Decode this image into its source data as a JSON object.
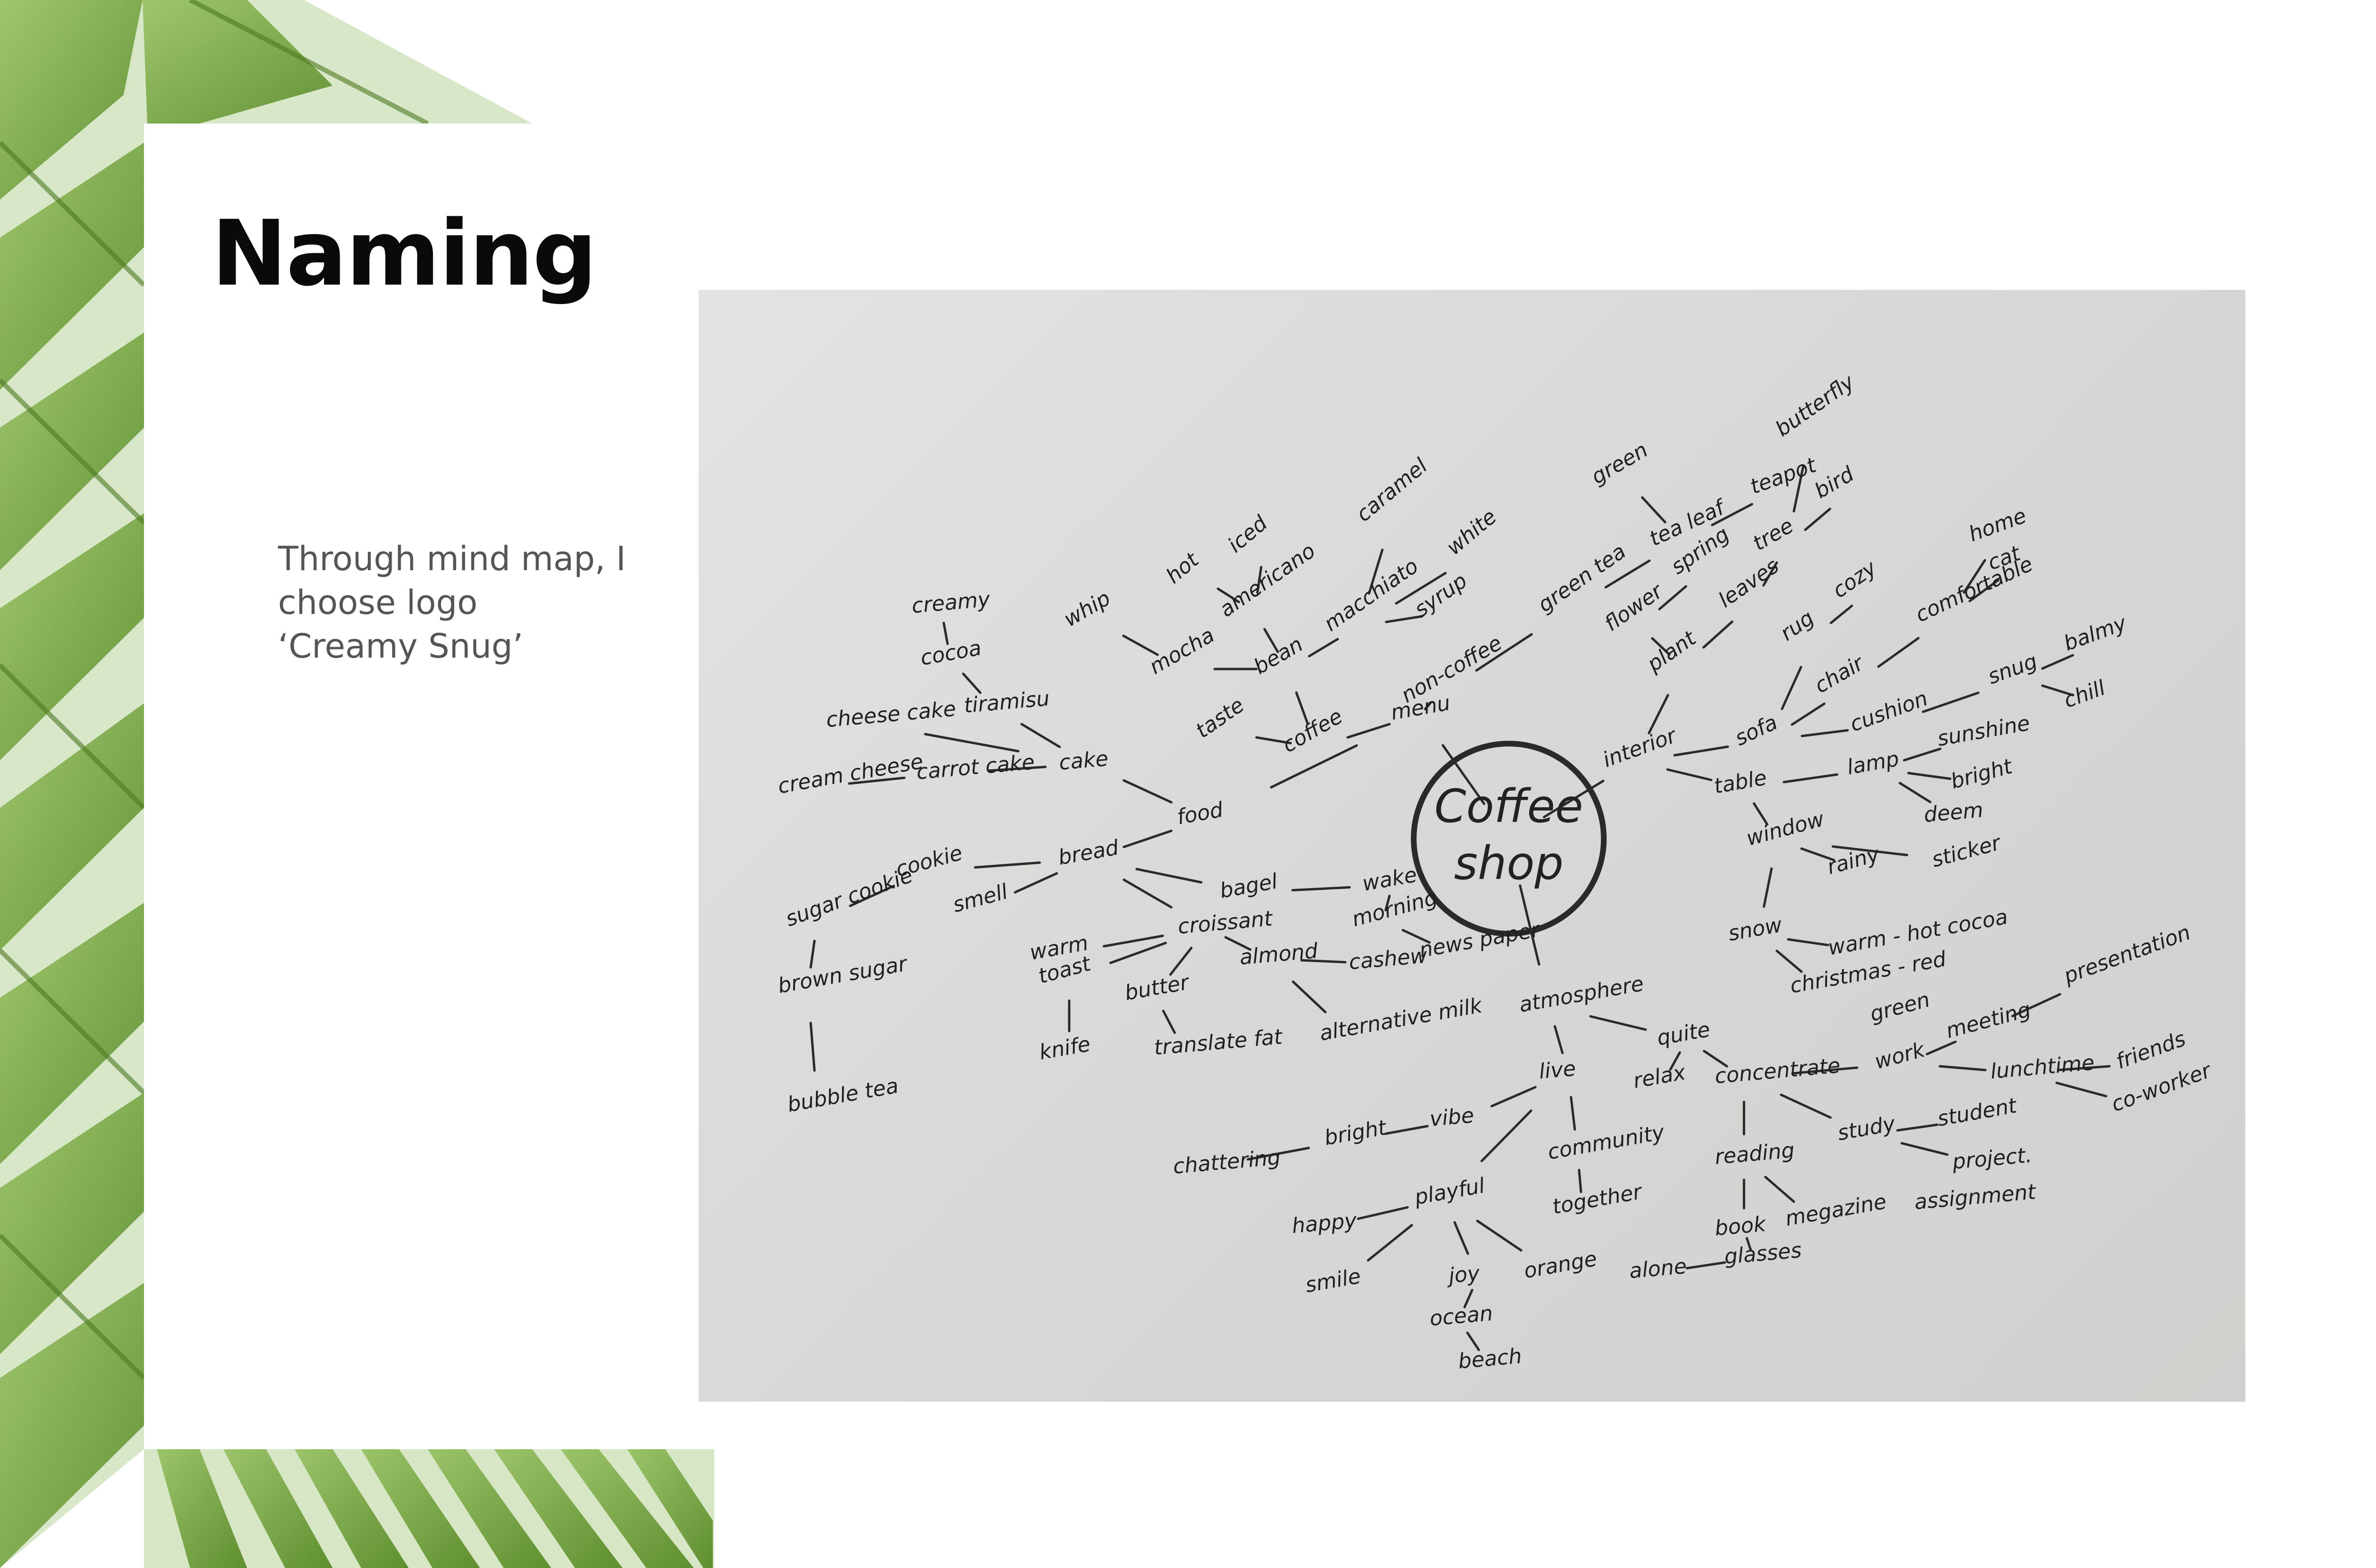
{
  "slide": {
    "title": "Naming",
    "caption_lines": [
      "Through mind map, I",
      "choose logo",
      "‘Creamy Snug’"
    ]
  },
  "colors": {
    "leaf_green": "#6f9e3a",
    "leaf_light": "#a9c97a",
    "paper": "#dcdddb",
    "ink": "#1f1f1f"
  },
  "mind_map": {
    "center_lines": [
      "Coffee",
      "shop"
    ],
    "nodes": [
      {
        "id": "menu",
        "text": "menu"
      },
      {
        "id": "food",
        "text": "food"
      },
      {
        "id": "cake",
        "text": "cake"
      },
      {
        "id": "tiramisu",
        "text": "tiramisu"
      },
      {
        "id": "cocoa",
        "text": "cocoa"
      },
      {
        "id": "creamy",
        "text": "creamy"
      },
      {
        "id": "cheesecake",
        "text": "cheese cake"
      },
      {
        "id": "carrotcake",
        "text": "carrot cake"
      },
      {
        "id": "creamcheese",
        "text": "cream cheese"
      },
      {
        "id": "bread",
        "text": "bread"
      },
      {
        "id": "cookie",
        "text": "cookie"
      },
      {
        "id": "sugarcookie",
        "text": "sugar cookie"
      },
      {
        "id": "brownsugar",
        "text": "brown sugar"
      },
      {
        "id": "bubbletea",
        "text": "bubble tea"
      },
      {
        "id": "smell",
        "text": "smell"
      },
      {
        "id": "croissant",
        "text": "croissant"
      },
      {
        "id": "warm",
        "text": "warm"
      },
      {
        "id": "toast",
        "text": "toast"
      },
      {
        "id": "butter",
        "text": "butter"
      },
      {
        "id": "knife",
        "text": "knife"
      },
      {
        "id": "translatefat",
        "text": "translate fat"
      },
      {
        "id": "bagel",
        "text": "bagel"
      },
      {
        "id": "wake",
        "text": "wake"
      },
      {
        "id": "morning",
        "text": "morning"
      },
      {
        "id": "newspaper",
        "text": "news paper"
      },
      {
        "id": "almond",
        "text": "almond"
      },
      {
        "id": "cashew",
        "text": "cashew"
      },
      {
        "id": "altmilk",
        "text": "alternative milk"
      },
      {
        "id": "coffee",
        "text": "coffee"
      },
      {
        "id": "taste",
        "text": "taste"
      },
      {
        "id": "bean",
        "text": "bean"
      },
      {
        "id": "mocha",
        "text": "mocha"
      },
      {
        "id": "whip",
        "text": "whip"
      },
      {
        "id": "americano",
        "text": "americano"
      },
      {
        "id": "hot",
        "text": "hot"
      },
      {
        "id": "iced",
        "text": "iced"
      },
      {
        "id": "macchiato",
        "text": "macchiato"
      },
      {
        "id": "caramel",
        "text": "caramel"
      },
      {
        "id": "white",
        "text": "white"
      },
      {
        "id": "syrup",
        "text": "syrup"
      },
      {
        "id": "noncoffee",
        "text": "non-coffee"
      },
      {
        "id": "greentea",
        "text": "green tea"
      },
      {
        "id": "tealeaf",
        "text": "tea leaf"
      },
      {
        "id": "teapot",
        "text": "teapot"
      },
      {
        "id": "green",
        "text": "green"
      },
      {
        "id": "interior",
        "text": "interior"
      },
      {
        "id": "plant",
        "text": "plant"
      },
      {
        "id": "flower",
        "text": "flower"
      },
      {
        "id": "spring",
        "text": "spring"
      },
      {
        "id": "leaves",
        "text": "leaves"
      },
      {
        "id": "tree",
        "text": "tree"
      },
      {
        "id": "bird",
        "text": "bird"
      },
      {
        "id": "butterfly",
        "text": "butterfly"
      },
      {
        "id": "sofa",
        "text": "sofa"
      },
      {
        "id": "rug",
        "text": "rug"
      },
      {
        "id": "cozy",
        "text": "cozy"
      },
      {
        "id": "chair",
        "text": "chair"
      },
      {
        "id": "comfortable",
        "text": "comfortable"
      },
      {
        "id": "home",
        "text": "home"
      },
      {
        "id": "cat",
        "text": "cat"
      },
      {
        "id": "cushion",
        "text": "cushion"
      },
      {
        "id": "snug",
        "text": "snug"
      },
      {
        "id": "balmy",
        "text": "balmy"
      },
      {
        "id": "chill",
        "text": "chill"
      },
      {
        "id": "table",
        "text": "table"
      },
      {
        "id": "lamp",
        "text": "lamp"
      },
      {
        "id": "sunshine",
        "text": "sunshine"
      },
      {
        "id": "bright2",
        "text": "bright"
      },
      {
        "id": "deem",
        "text": "deem"
      },
      {
        "id": "window",
        "text": "window"
      },
      {
        "id": "sticker",
        "text": "sticker"
      },
      {
        "id": "rainy",
        "text": "rainy"
      },
      {
        "id": "snow",
        "text": "snow"
      },
      {
        "id": "warm2",
        "text": "warm - hot cocoa"
      },
      {
        "id": "christmas",
        "text": "christmas - red"
      },
      {
        "id": "greenx",
        "text": "green"
      },
      {
        "id": "atmosphere",
        "text": "atmosphere"
      },
      {
        "id": "live",
        "text": "live"
      },
      {
        "id": "quite",
        "text": "quite"
      },
      {
        "id": "relax",
        "text": "relax"
      },
      {
        "id": "concentrate",
        "text": "concentrate"
      },
      {
        "id": "work",
        "text": "work"
      },
      {
        "id": "meeting",
        "text": "meeting"
      },
      {
        "id": "presentation",
        "text": "presentation"
      },
      {
        "id": "lunchtime",
        "text": "lunchtime"
      },
      {
        "id": "friends",
        "text": "friends"
      },
      {
        "id": "coworker",
        "text": "co-worker"
      },
      {
        "id": "study",
        "text": "study"
      },
      {
        "id": "student",
        "text": "student"
      },
      {
        "id": "project",
        "text": "project."
      },
      {
        "id": "assignment",
        "text": "assignment"
      },
      {
        "id": "reading",
        "text": "reading"
      },
      {
        "id": "book",
        "text": "book"
      },
      {
        "id": "magazine",
        "text": "megazine"
      },
      {
        "id": "glasses",
        "text": "glasses"
      },
      {
        "id": "alone",
        "text": "alone"
      },
      {
        "id": "vibe",
        "text": "vibe"
      },
      {
        "id": "bright",
        "text": "bright"
      },
      {
        "id": "chattering",
        "text": "chattering"
      },
      {
        "id": "community",
        "text": "community"
      },
      {
        "id": "together",
        "text": "together"
      },
      {
        "id": "playful",
        "text": "playful"
      },
      {
        "id": "happy",
        "text": "happy"
      },
      {
        "id": "smile",
        "text": "smile"
      },
      {
        "id": "joy",
        "text": "joy"
      },
      {
        "id": "orange",
        "text": "orange"
      },
      {
        "id": "ocean",
        "text": "ocean"
      },
      {
        "id": "beach",
        "text": "beach"
      }
    ]
  }
}
